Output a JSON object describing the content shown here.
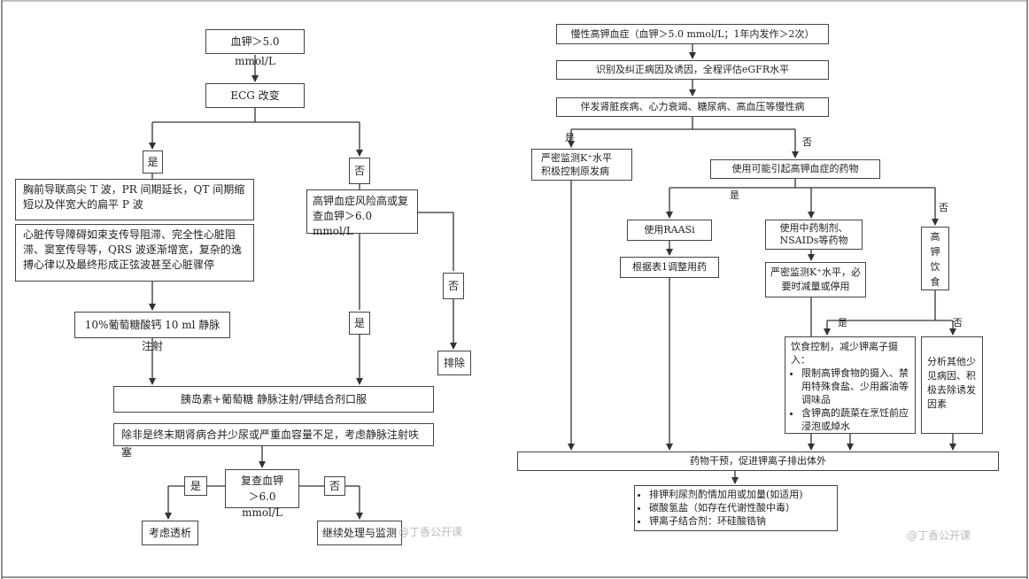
{
  "left": {
    "start": "血钾＞5.0 mmol/L",
    "ecg": "ECG 改变",
    "yes_badge": "是",
    "no_badge": "否",
    "ecg_signs": "胸前导联高尖 T 波，PR 间期延长，QT 间期缩短以及伴宽大的扁平 P 波",
    "ecg_severe": "心脏传导障碍如束支传导阻滞、完全性心脏阻滞、窦室传导等，QRS 波逐渐增宽，复杂的逸搏心律以及最终形成正弦波甚至心脏骤停",
    "calcium": "10%葡萄糖酸钙 10 ml 静脉注射",
    "risk": "高钾血症风险高或复查血钾＞6.0 mmol/L",
    "risk_no": "否",
    "risk_yes": "是",
    "exclude": "排除",
    "insulin": "胰岛素+葡萄糖 静脉注射/钾结合剂口服",
    "dialysis_note": "除非是终末期肾病合并少尿或严重血容量不足，考虑静脉注射呋塞",
    "recheck": "复查血钾\n＞6.0 mmol/L",
    "recheck_yes": "是",
    "recheck_no": "否",
    "dialysis": "考虑透析",
    "continue": "继续处理与监测"
  },
  "right": {
    "chronic": "慢性高钾血症（血钾＞5.0 mmol/L；1年内发作＞2次）",
    "identify": "识别及纠正病因及诱因，全程评估eGFR水平",
    "comorbid": "伴发肾脏疾病、心力衰竭、糖尿病、高血压等慢性病",
    "yes_label": "是",
    "no_label": "否",
    "monitor": "严密监测K⁺水平\n积极控制原发病",
    "drugs": "使用可能引起高钾血症的药物",
    "drugs_yes": "是",
    "drugs_no": "否",
    "raasi": "使用RAASi",
    "adjust": "根据表1调整用药",
    "herbal": "使用中药制剂、NSAIDs等药物",
    "monitor_reduce": "严密监测K⁺水平，必要时减量或停用",
    "diet": "高钾饮食",
    "diet_yes": "是",
    "diet_no": "否",
    "diet_control_title": "饮食控制，减少钾离子摄入：",
    "diet_control_items": [
      "限制高钾食物的摄入、禁用特殊食盐、少用酱油等调味品",
      "含钾高的蔬菜在烹饪前应浸泡或焯水"
    ],
    "rare_causes": "分析其他少见病因、积极去除诱发因素",
    "intervention": "药物干预，促进钾离子排出体外",
    "drug_list": [
      "排钾利尿剂酌情加用或加量(如适用)",
      "碳酸氢盐（如存在代谢性酸中毒）",
      "钾离子结合剂：环硅酸锆钠"
    ]
  },
  "watermark": "@丁香公开课"
}
